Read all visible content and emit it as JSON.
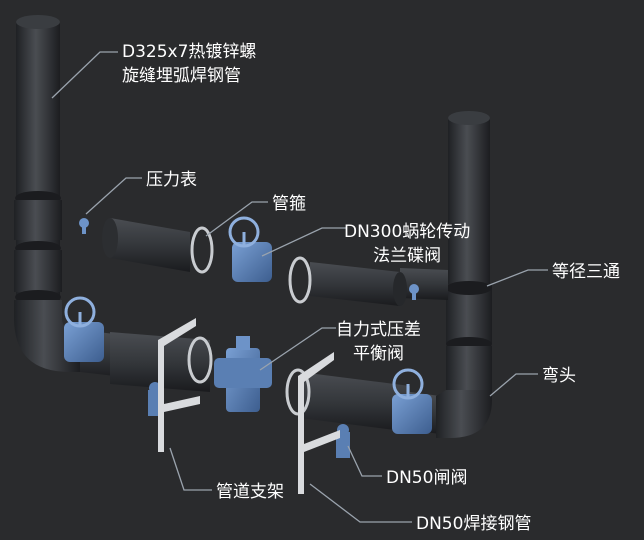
{
  "diagram": {
    "background": "#2a2b2d",
    "pipe_color": "#2f3134",
    "valve_color": "#5a7fb3",
    "leader_color": "#9aa3ad",
    "labels": [
      {
        "id": "pipe-spec",
        "text": "D325x7热镀锌螺\n旋缝埋弧焊钢管"
      },
      {
        "id": "pressure-gauge",
        "text": "压力表"
      },
      {
        "id": "pipe-hoop",
        "text": "管箍"
      },
      {
        "id": "butterfly-valve",
        "text": "DN300蜗轮传动\n法兰碟阀"
      },
      {
        "id": "equal-tee",
        "text": "等径三通"
      },
      {
        "id": "diff-pressure-valve",
        "text": "自力式压差\n平衡阀"
      },
      {
        "id": "elbow",
        "text": "弯头"
      },
      {
        "id": "gate-valve",
        "text": "DN50闸阀"
      },
      {
        "id": "pipe-support",
        "text": "管道支架"
      },
      {
        "id": "welded-pipe",
        "text": "DN50焊接钢管"
      }
    ]
  }
}
